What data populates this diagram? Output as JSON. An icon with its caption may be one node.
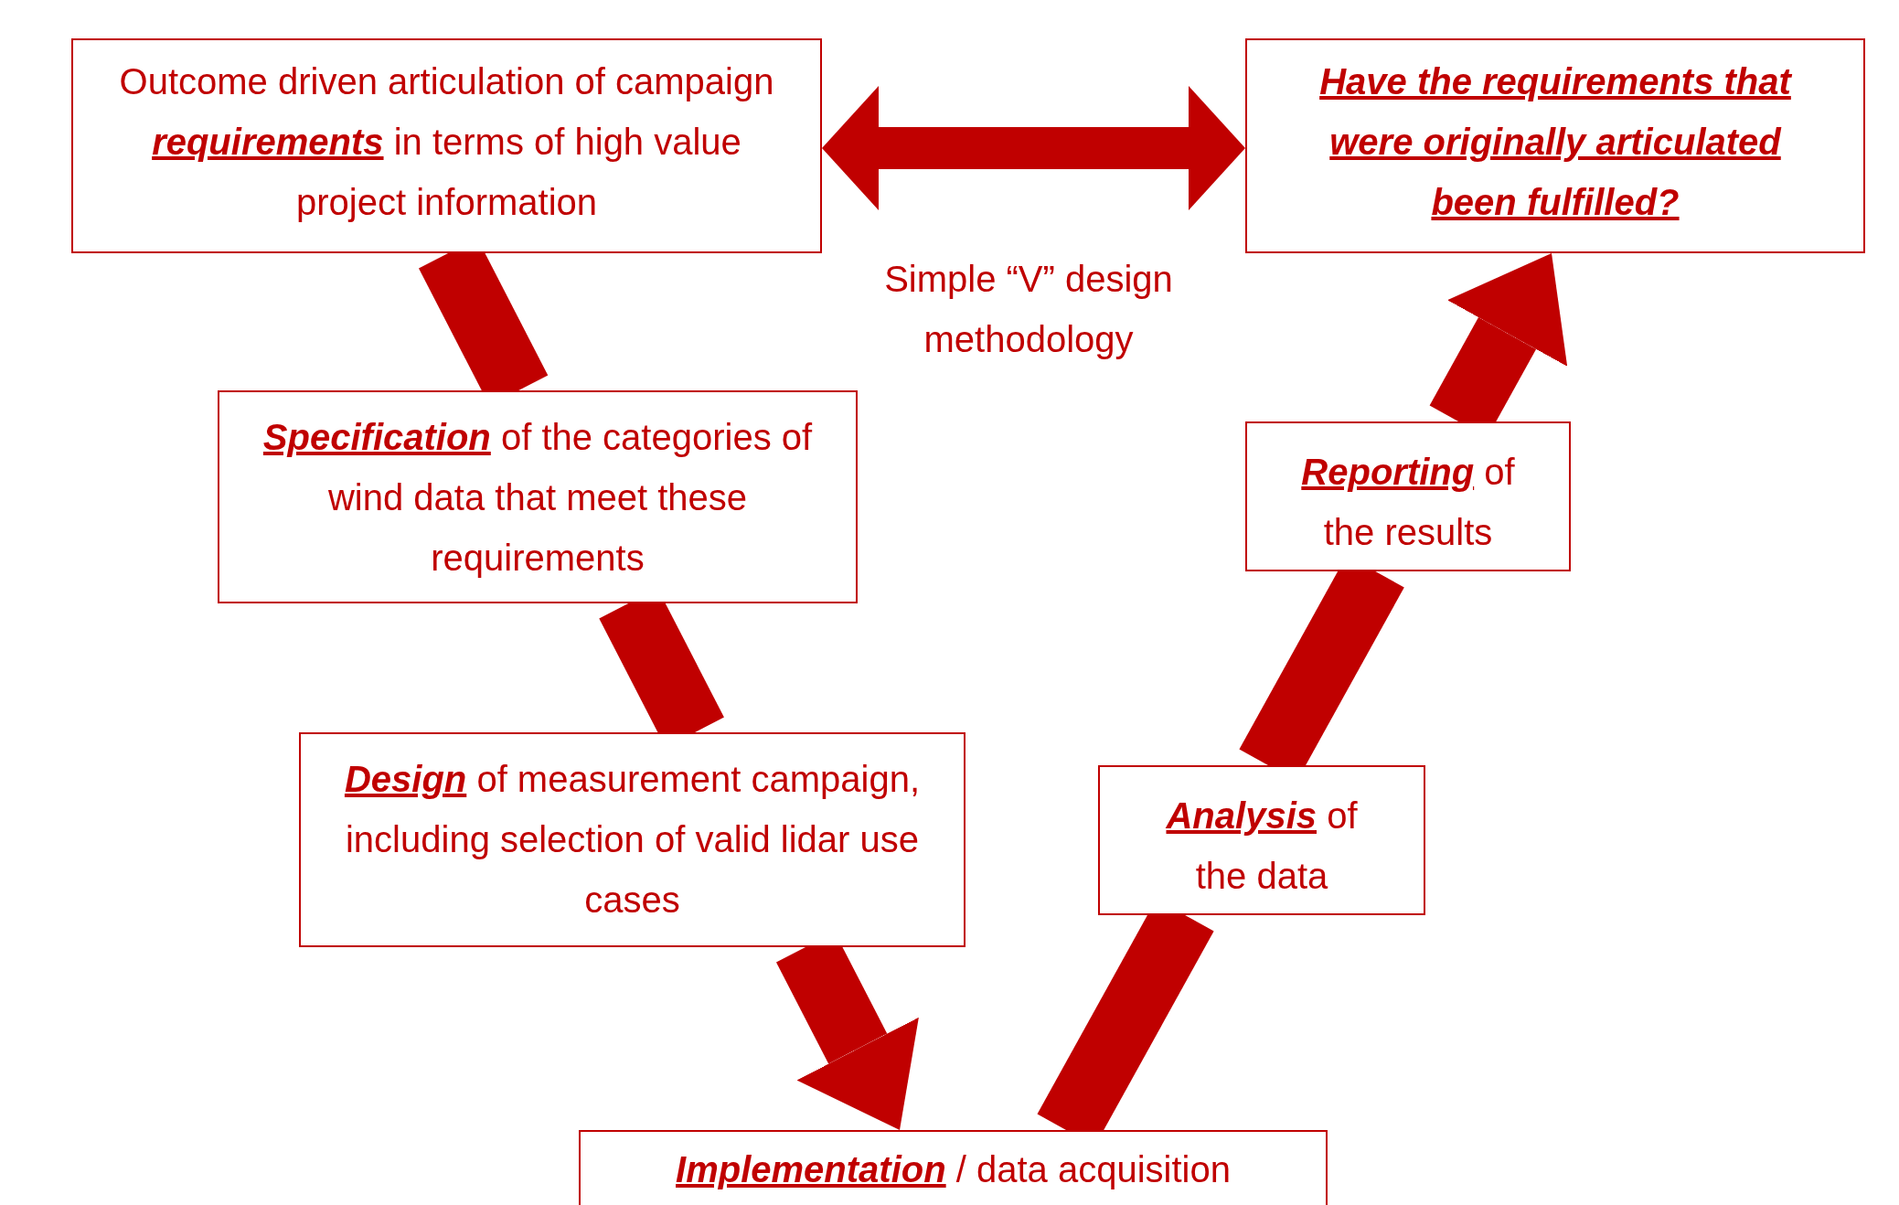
{
  "diagram": {
    "nodes": [
      {
        "text": [
          "Outcome driven articulation of campaign **requirements** in terms of high value project information"
        ]
      },
      {
        "text": [
          "Have the requirements that were originally articulated been fulfilled?"
        ]
      },
      {
        "text": [
          "**Specification** of the categories of wind data that meet these requirements"
        ]
      },
      {
        "text": [
          "**Design** of measurement campaign, including selection of valid lidar use cases"
        ]
      },
      {
        "text": [
          "**Implementation** / data acquisition"
        ]
      },
      {
        "text": [
          "**Analysis** of the data"
        ]
      },
      {
        "text": [
          "**Reporting** of the results"
        ]
      }
    ],
    "edges": [
      {
        "from": 0,
        "to": 1,
        "arrow": "both"
      },
      {
        "from": 0,
        "to": 2,
        "arrow": "none"
      },
      {
        "from": 2,
        "to": 3,
        "arrow": "none"
      },
      {
        "from": 3,
        "to": 4,
        "arrow": "to"
      },
      {
        "from": 4,
        "to": 5,
        "arrow": "none"
      },
      {
        "from": 5,
        "to": 6,
        "arrow": "none"
      },
      {
        "from": 6,
        "to": 1,
        "arrow": "to"
      }
    ],
    "labels": [
      "Simple “V” design methodology"
    ]
  }
}
